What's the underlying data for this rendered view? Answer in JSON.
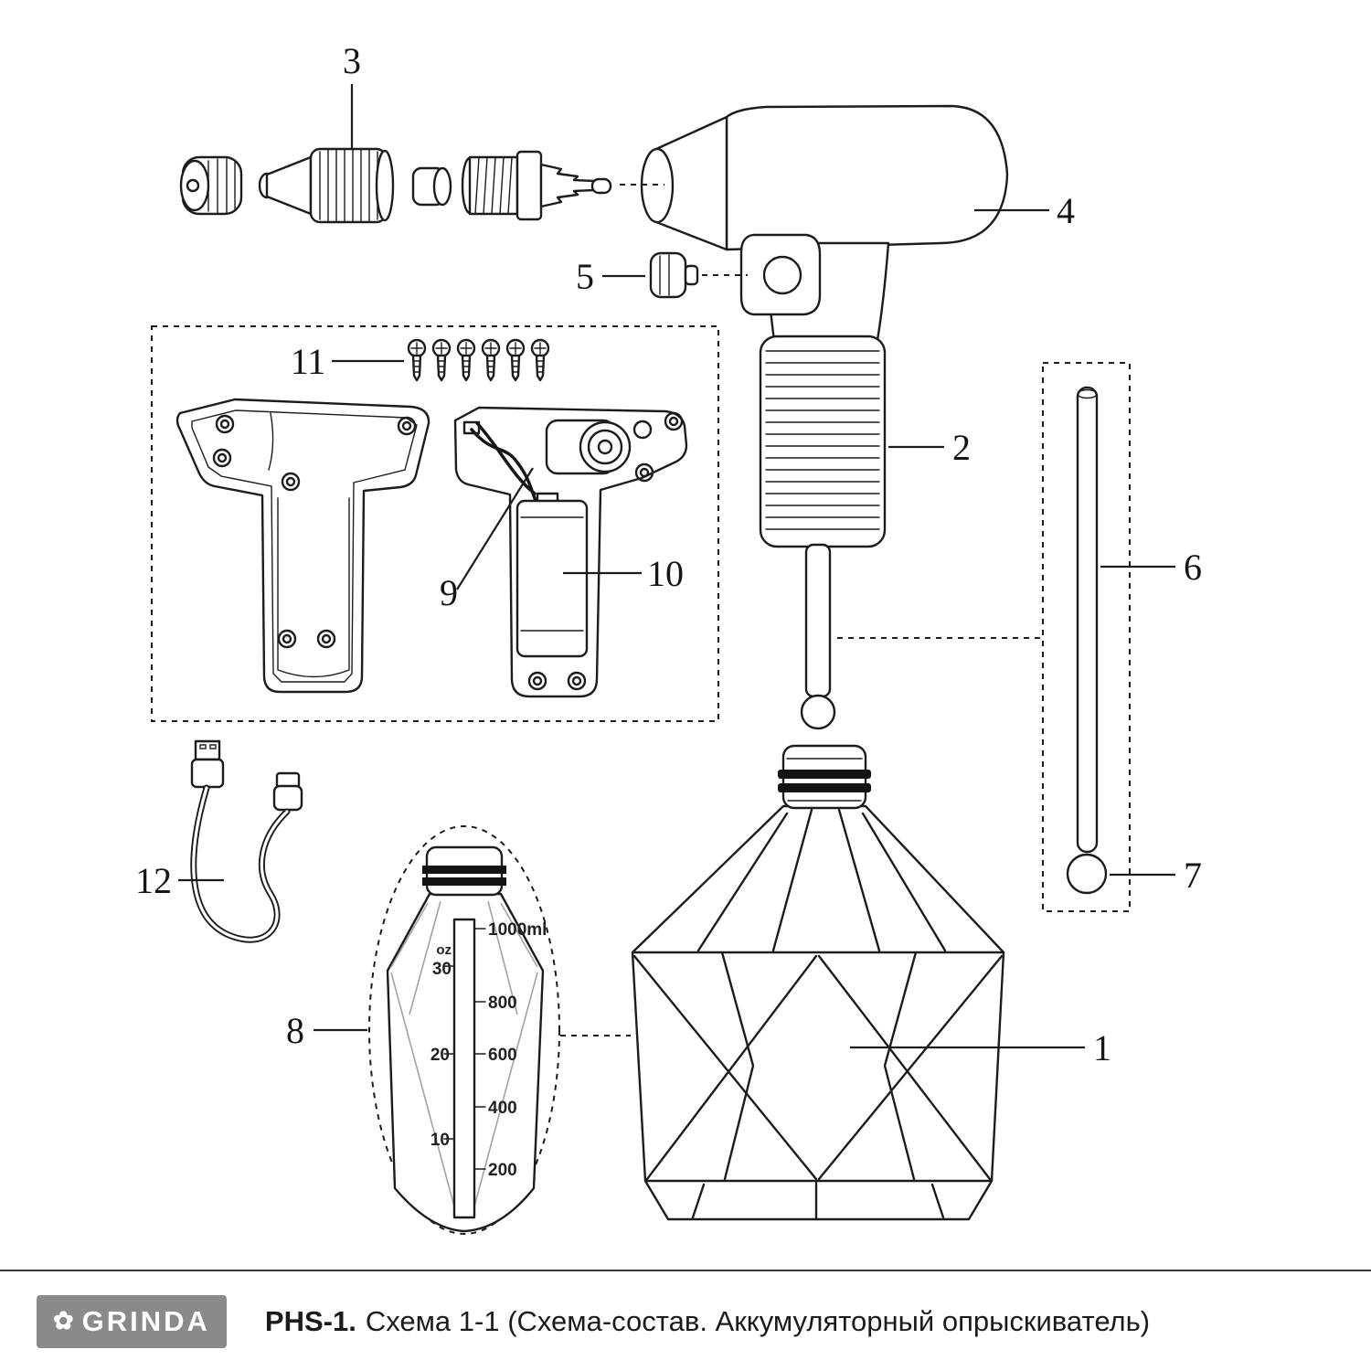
{
  "labels": {
    "n1": "1",
    "n2": "2",
    "n3": "3",
    "n4": "4",
    "n5": "5",
    "n6": "6",
    "n7": "7",
    "n8": "8",
    "n9": "9",
    "n10": "10",
    "n11": "11",
    "n12": "12"
  },
  "scale": {
    "v1000": "1000ml",
    "v800": "800",
    "v600": "600",
    "v400": "400",
    "v200": "200",
    "oz": "oz",
    "oz30": "30",
    "oz20": "20",
    "oz10": "10"
  },
  "footer": {
    "brand": "GRINDA",
    "model": "PHS-1.",
    "caption": "Схема 1-1 (Схема-состав. Аккумуляторный опрыскиватель)",
    "flower": "✿"
  }
}
